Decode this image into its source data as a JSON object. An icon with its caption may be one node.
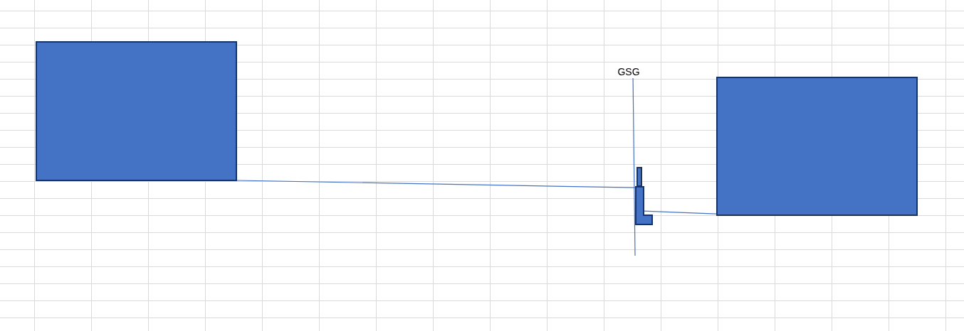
{
  "diagram": {
    "nodes": [
      {
        "text": [],
        "shape": "box"
      },
      {
        "text": [
          "GSG"
        ]
      },
      {
        "text": [],
        "shape": "bar"
      },
      {
        "text": [],
        "shape": "L-shape"
      },
      {
        "text": [],
        "shape": "box"
      }
    ],
    "edges": [
      {
        "from": 0,
        "to": 3,
        "arrow": "none"
      },
      {
        "from": 3,
        "to": 4,
        "arrow": "none"
      },
      {
        "from": 1,
        "to": null,
        "arrow": "none"
      }
    ]
  }
}
